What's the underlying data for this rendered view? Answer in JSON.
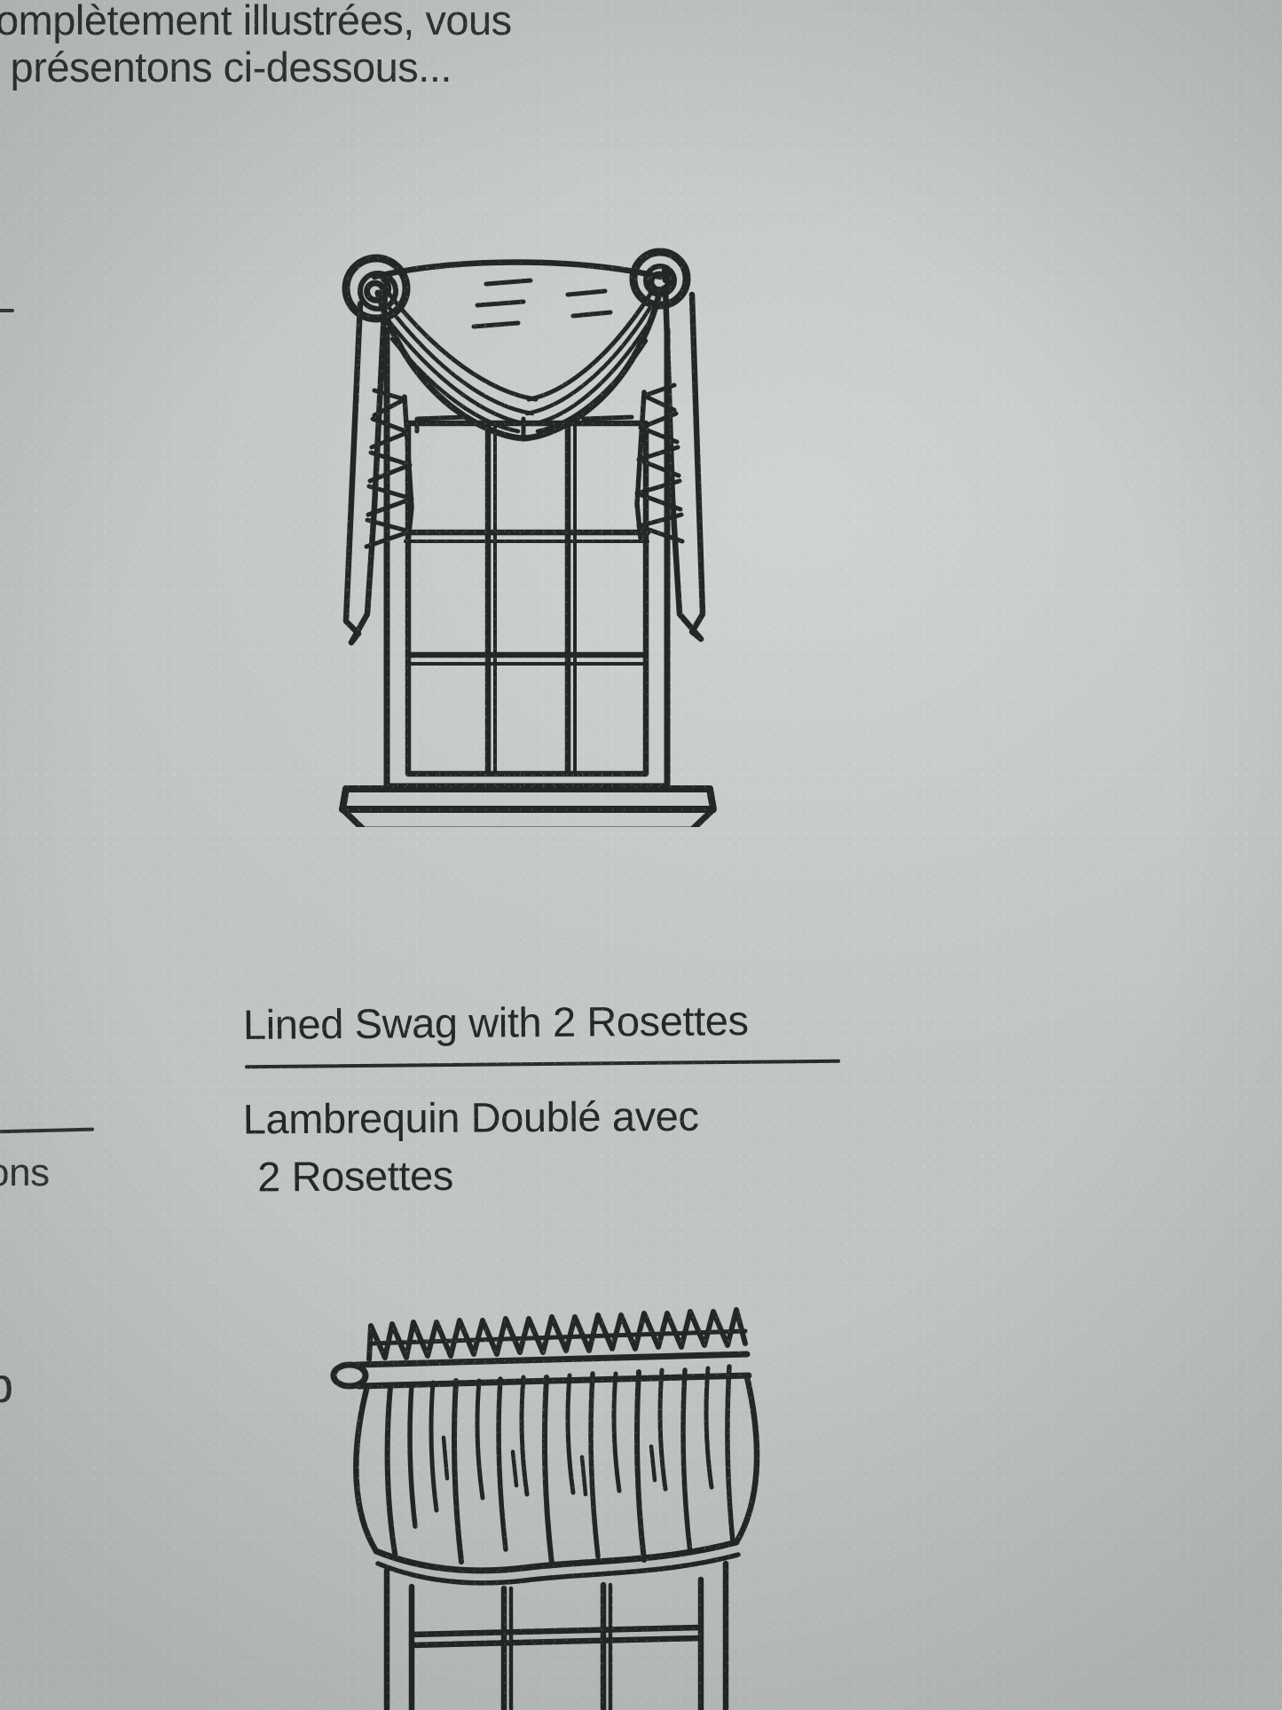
{
  "document": {
    "kind": "scanned-catalog-page",
    "paper_color": "#c6cbc9",
    "ink_color": "#242927"
  },
  "top_paragraph": {
    "line1": "complètement illustrées, vous",
    "line2": "s présentons ci-dessous..."
  },
  "left_margin_fragments": {
    "word_fragment": "ons",
    "glyph_fragment": "b"
  },
  "figures": [
    {
      "id": "figure-swag",
      "name": "lined-swag-window-illustration",
      "description": "Line drawing of a double-hung 6-over-6 window with a lined swag draped between two rosettes and long cascading jabots at each side, resting on a window sill.",
      "elements": [
        "rosette-left",
        "rosette-right",
        "swag-drape",
        "cascade-left",
        "cascade-right",
        "window-frame",
        "window-panes",
        "window-sill"
      ]
    },
    {
      "id": "figure-valance",
      "name": "gathered-valance-illustration",
      "description": "Line drawing of a shirred gathered valance on a curtain rod with a ring finial at the left, over the top of a window.",
      "elements": [
        "curtain-rod",
        "rod-ring-finial",
        "shirred-heading",
        "gathered-fabric",
        "window-frame-partial"
      ]
    }
  ],
  "captions": {
    "english": "Lined Swag with 2 Rosettes",
    "french_line1": "Lambrequin Doublé avec",
    "french_line2": "2 Rosettes"
  }
}
